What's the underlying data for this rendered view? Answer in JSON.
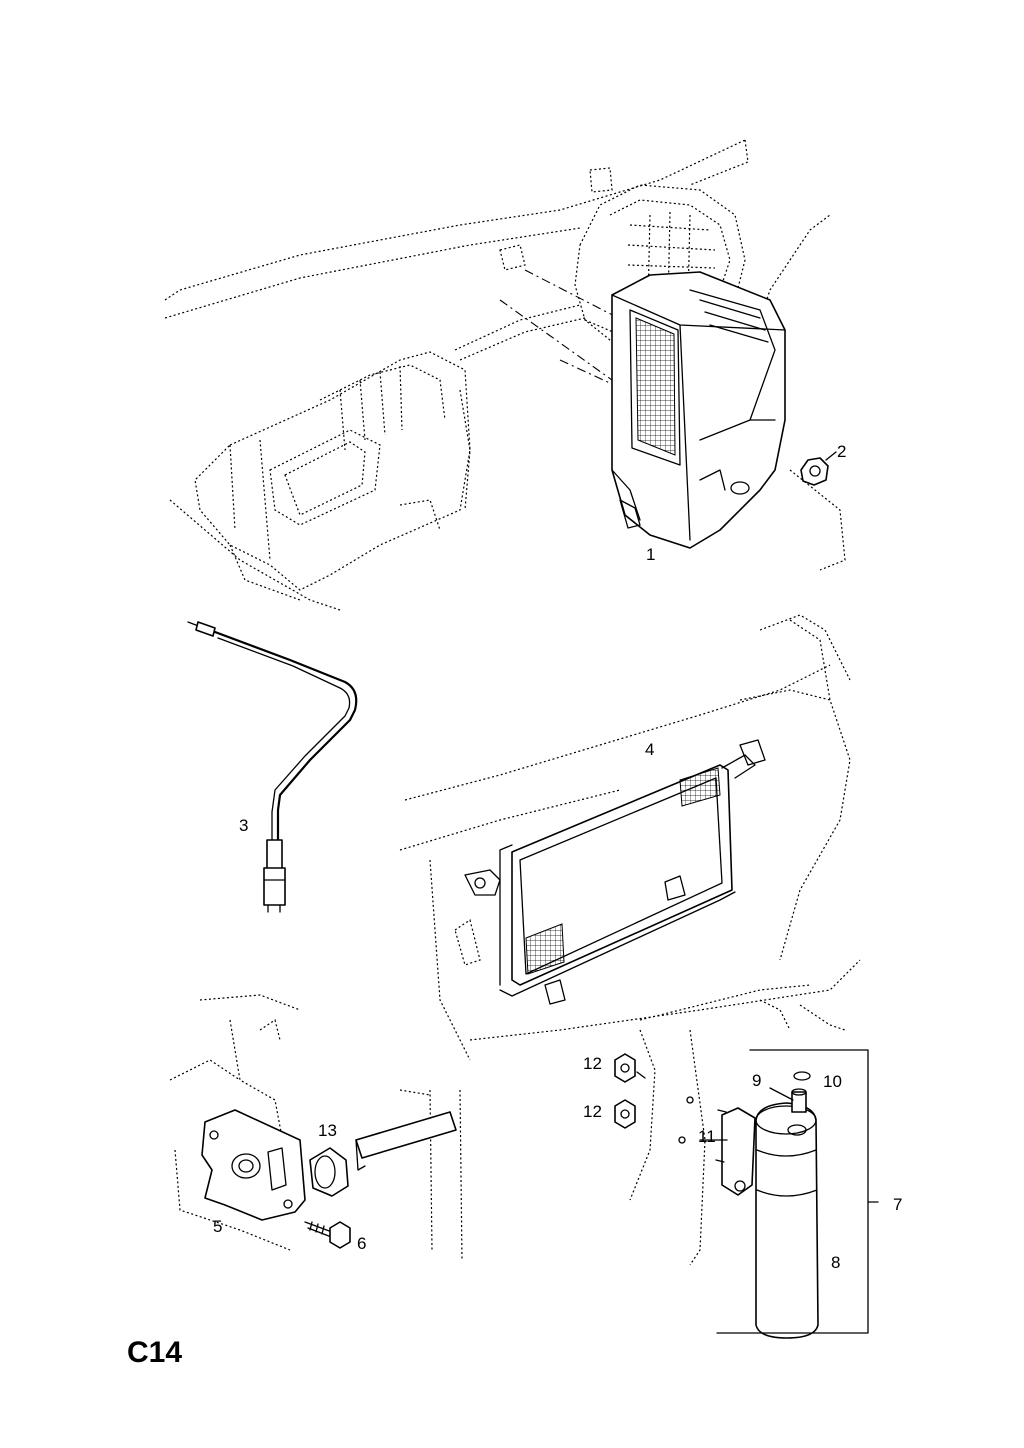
{
  "page_code": "C14",
  "callouts": {
    "c1": "1",
    "c2": "2",
    "c3": "3",
    "c4": "4",
    "c5": "5",
    "c6": "6",
    "c7": "7",
    "c8": "8",
    "c9": "9",
    "c10": "10",
    "c11": "11",
    "c12a": "12",
    "c12b": "12",
    "c13": "13"
  }
}
